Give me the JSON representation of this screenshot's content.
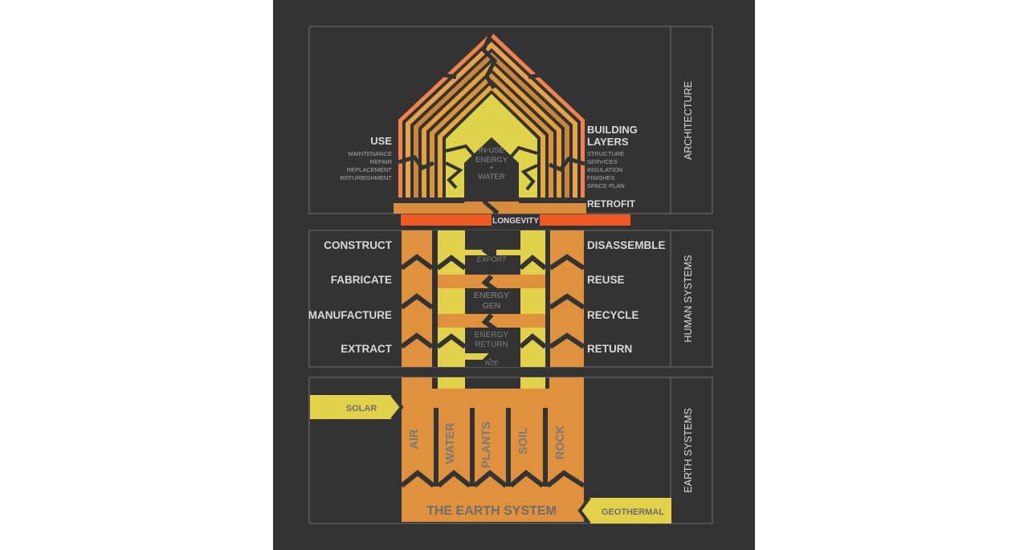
{
  "diagram": {
    "title": "Circular Building / Earth System Diagram",
    "background": "#333333",
    "palette": {
      "dark": "#333333",
      "panel_border": "#6f6f6f",
      "orange_deep": "#f05a22",
      "orange_mid": "#f0893a",
      "orange": "#e0913e",
      "orange_dark": "#c87f34",
      "amber": "#e8a93a",
      "yellow": "#e2d14a",
      "yellow_light": "#ded54f",
      "text_light": "#d9d9d9",
      "text_grey": "#8a8a8a",
      "text_dark": "#555555"
    },
    "sections": [
      {
        "id": "architecture",
        "side_label": "ARCHITECTURE",
        "left_heading": "USE",
        "left_items": [
          "MAINTENANCE",
          "REPAIR",
          "REPLACEMENT",
          "REFURBISHMENT"
        ],
        "right_heading_line1": "BUILDING",
        "right_heading_line2": "LAYERS",
        "right_items": [
          "STRUCTURE",
          "SERVICES",
          "INSULATION",
          "FINISHES",
          "SPACE PLAN"
        ],
        "right_footer": "RETROFIT",
        "core_label": [
          "IN-USE",
          "ENERGY",
          "+",
          "WATER"
        ]
      },
      {
        "id": "human-systems",
        "side_label": "HUMAN SYSTEMS",
        "left_items": [
          "CONSTRUCT",
          "FABRICATE",
          "MANUFACTURE",
          "EXTRACT"
        ],
        "right_items": [
          "DISASSEMBLE",
          "REUSE",
          "RECYCLE",
          "RETURN"
        ],
        "center_labels": [
          "EXPORT",
          "ENERGY GEN",
          "ENERGY RETURN",
          "W2E"
        ],
        "center_labels_split": [
          [
            "EXPORT"
          ],
          [
            "ENERGY",
            "GEN"
          ],
          [
            "ENERGY",
            "RETURN"
          ],
          [
            "W2E"
          ]
        ]
      },
      {
        "id": "earth-systems",
        "side_label": "EARTH SYSTEMS",
        "columns": [
          "AIR",
          "WATER",
          "PLANTS",
          "SOIL",
          "ROCK"
        ],
        "footer_label": "THE EARTH SYSTEM",
        "left_input": "SOLAR",
        "right_input": "GEOTHERMAL"
      }
    ],
    "divider_bar": {
      "label": "LONGEVITY",
      "color": "#f05a22"
    }
  }
}
